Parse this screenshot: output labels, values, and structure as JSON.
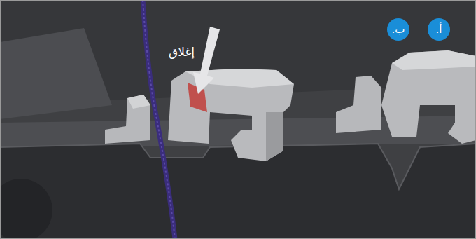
{
  "diagram": {
    "nodes": [
      {
        "text": [
          "أ."
        ]
      },
      {
        "text": [
          "ب."
        ]
      }
    ],
    "labels": [
      "إغلاق"
    ]
  }
}
